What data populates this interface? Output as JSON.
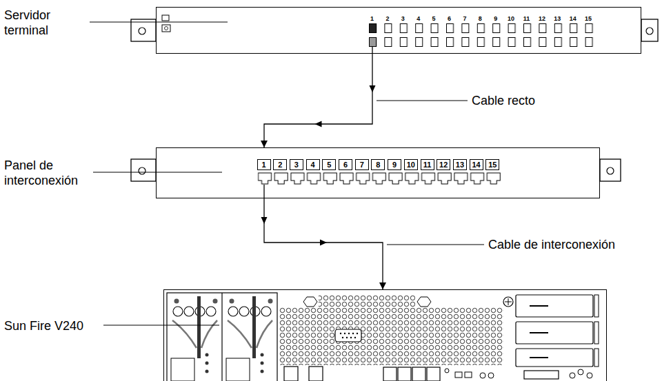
{
  "diagram": {
    "nodes": [
      {
        "text": [
          "Servidor terminal",
          "1",
          "2",
          "3",
          "4",
          "5",
          "6",
          "7",
          "8",
          "9",
          "10",
          "11",
          "12",
          "13",
          "14",
          "15"
        ]
      },
      {
        "text": [
          "Panel de interconexión",
          "1",
          "2",
          "3",
          "4",
          "5",
          "6",
          "7",
          "8",
          "9",
          "10",
          "11",
          "12",
          "13",
          "14",
          "15"
        ]
      },
      {
        "text": [
          "Sun Fire V240"
        ]
      }
    ],
    "edges": [
      {
        "from": 0,
        "to": 1,
        "arrow": "to",
        "label": "Cable recto"
      },
      {
        "from": 1,
        "to": 2,
        "arrow": "to",
        "label": "Cable de interconexión"
      }
    ]
  }
}
